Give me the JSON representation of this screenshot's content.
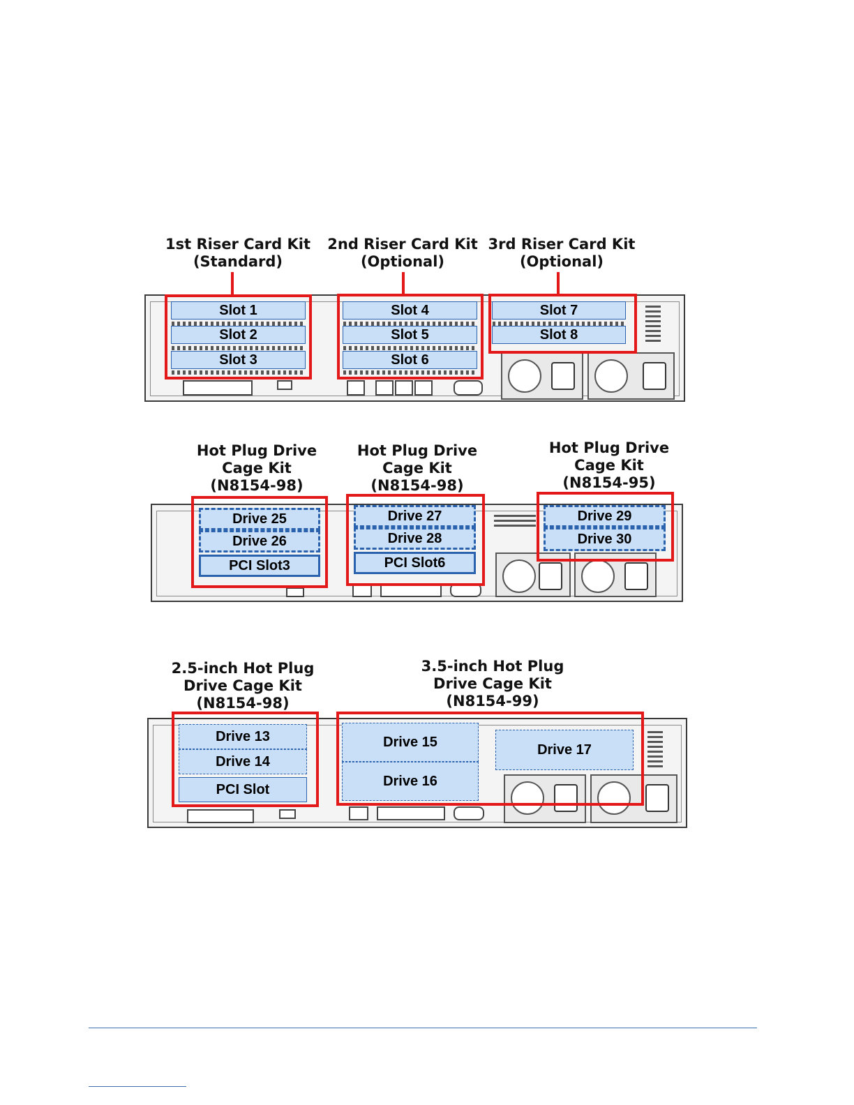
{
  "diagram1": {
    "labels": [
      {
        "line1": "1st Riser Card Kit",
        "line2": "(Standard)"
      },
      {
        "line1": "2nd Riser Card Kit",
        "line2": "(Optional)"
      },
      {
        "line1": "3rd Riser Card Kit",
        "line2": "(Optional)"
      }
    ],
    "slots": [
      "Slot 1",
      "Slot 2",
      "Slot 3",
      "Slot 4",
      "Slot 5",
      "Slot 6",
      "Slot 7",
      "Slot 8"
    ]
  },
  "diagram2": {
    "labels": [
      {
        "line1": "Hot Plug Drive",
        "line2": "Cage Kit",
        "line3": "(N8154-98)"
      },
      {
        "line1": "Hot Plug Drive",
        "line2": "Cage Kit",
        "line3": "(N8154-98)"
      },
      {
        "line1": "Hot Plug Drive",
        "line2": "Cage Kit",
        "line3": "(N8154-95)"
      }
    ],
    "slots": [
      "Drive 25",
      "Drive 26",
      "PCI Slot3",
      "Drive 27",
      "Drive 28",
      "PCI Slot6",
      "Drive 29",
      "Drive 30"
    ]
  },
  "diagram3": {
    "labels": [
      {
        "line1": "2.5-inch Hot Plug",
        "line2": "Drive Cage Kit",
        "line3": "(N8154-98)"
      },
      {
        "line1": "3.5-inch Hot Plug",
        "line2": "Drive Cage Kit",
        "line3": "(N8154-99)"
      }
    ],
    "slots": [
      "Drive 13",
      "Drive 14",
      "PCI Slot",
      "Drive 15",
      "Drive 16",
      "Drive 17"
    ]
  },
  "colors": {
    "kit_outline": "#e31818",
    "slot_fill": "#c9dff7",
    "slot_border": "#2a62ad"
  }
}
